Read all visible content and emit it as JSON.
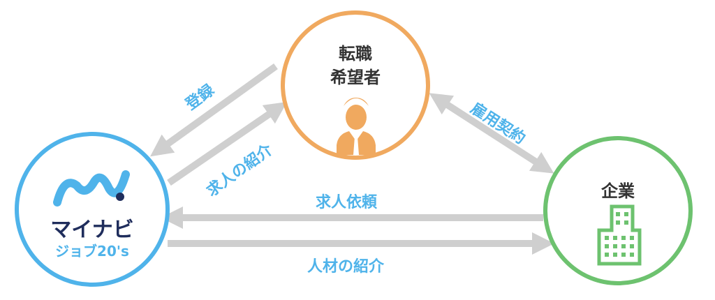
{
  "nodes": {
    "seeker": {
      "line1": "転職",
      "line2": "希望者",
      "color": "#f0a95f"
    },
    "company": {
      "label": "企業",
      "color": "#6dc26f"
    },
    "mynavi": {
      "logo_main": "マイナビ",
      "logo_sub": "ジョブ20's",
      "color": "#4fb3ea"
    }
  },
  "edges": {
    "register": "登録",
    "job_intro": "求人の紹介",
    "employment": "雇用契約",
    "job_request": "求人依頼",
    "talent_intro": "人材の紹介"
  },
  "colors": {
    "arrow": "#cfcfcf",
    "label": "#4fb3ea",
    "accent_navy": "#1f2d5c"
  }
}
